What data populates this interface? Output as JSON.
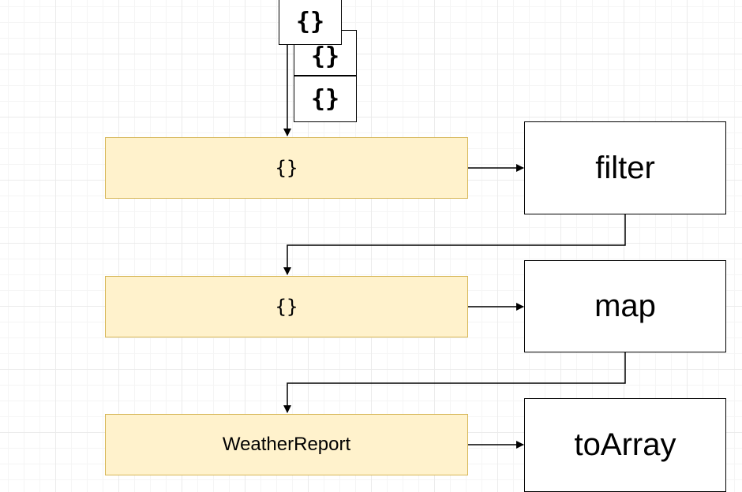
{
  "input_cards": [
    "{}",
    "{}",
    "{}"
  ],
  "stages": [
    {
      "label": "{}",
      "operator": "filter"
    },
    {
      "label": "{}",
      "operator": "map"
    },
    {
      "label": "WeatherReport",
      "operator": "toArray"
    }
  ],
  "colors": {
    "stage_fill": "#fff2cc",
    "stage_border": "#d6b656",
    "stroke": "#000000"
  }
}
